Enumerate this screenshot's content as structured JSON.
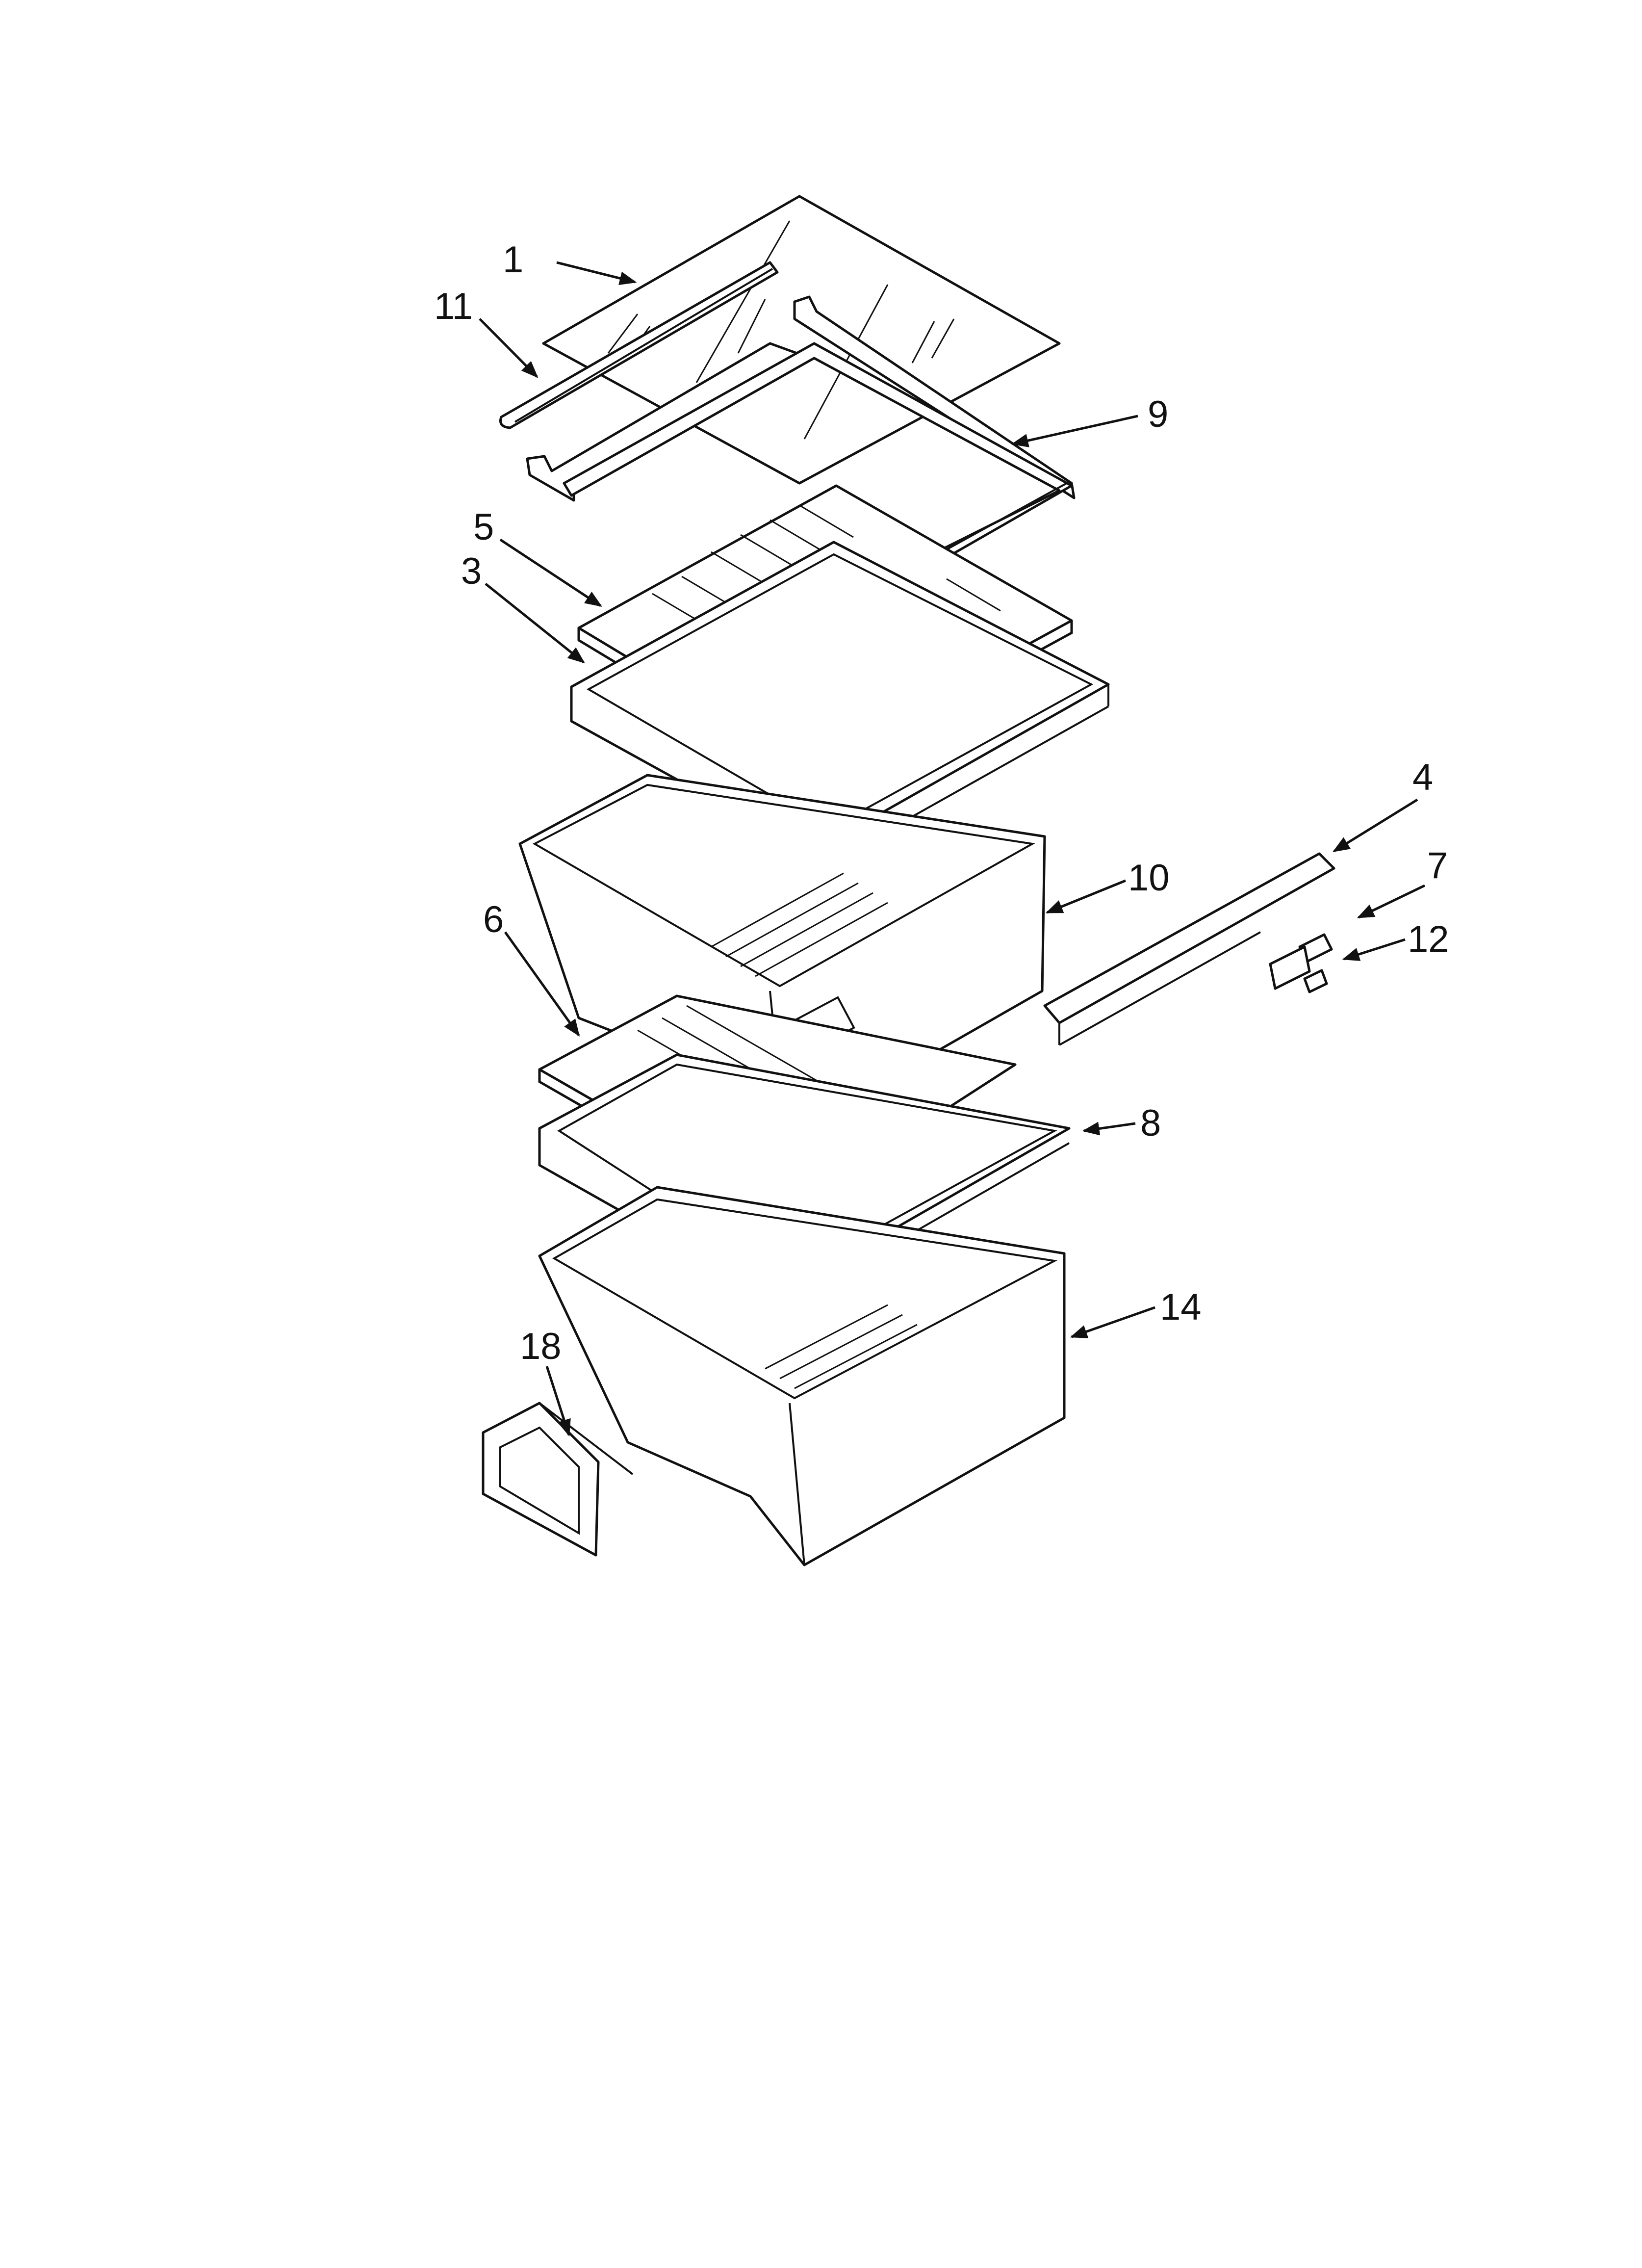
{
  "callouts": [
    {
      "id": "c1",
      "label": "1"
    },
    {
      "id": "c11",
      "label": "11"
    },
    {
      "id": "c9",
      "label": "9"
    },
    {
      "id": "c5",
      "label": "5"
    },
    {
      "id": "c3",
      "label": "3"
    },
    {
      "id": "c4",
      "label": "4"
    },
    {
      "id": "c7",
      "label": "7"
    },
    {
      "id": "c10",
      "label": "10"
    },
    {
      "id": "c12",
      "label": "12"
    },
    {
      "id": "c6",
      "label": "6"
    },
    {
      "id": "c8",
      "label": "8"
    },
    {
      "id": "c14",
      "label": "14"
    },
    {
      "id": "c18",
      "label": "18"
    }
  ]
}
